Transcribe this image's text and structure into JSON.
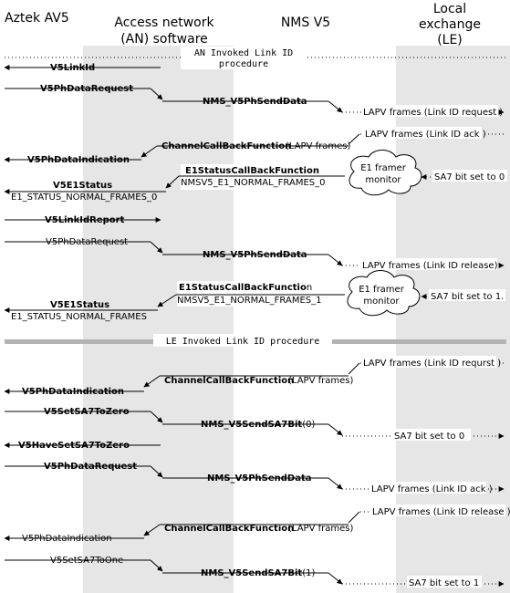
{
  "headers": {
    "aztek": "Aztek AV5",
    "an_line1": "Access network",
    "an_line2": "(AN) software",
    "nms": "NMS V5",
    "le_line1": "Local",
    "le_line2": "exchange",
    "le_line3": "(LE)"
  },
  "section1": {
    "title_line1": "AN Invoked Link ID",
    "title_line2": "procedure"
  },
  "section2": {
    "title": "LE Invoked Link ID procedure"
  },
  "messages": {
    "m01": "V5LinkId",
    "m02": "V5PhDataRequest",
    "m03": "NMS_V5PhSendData",
    "m04": "LAPV frames (Link ID request )",
    "m05": "LAPV frames (Link ID ack )",
    "m06a": "ChannelCallBackFunction",
    "m06b": "(LAPV frames)",
    "m07": "V5PhDataIndication",
    "m08": "E1StatusCallBackFunction",
    "m09": "NMSV5_E1_NORMAL_FRAMES_0",
    "m10": "V5E1Status",
    "m11": "E1_STATUS_NORMAL_FRAMES_0",
    "m12": "SA7 bit set to  0",
    "m13": "V5LinkIdReport",
    "m14": "V5PhDataRequest",
    "m15": "NMS_V5PhSendData",
    "m16": "LAPV frames (Link ID release)",
    "m17a": "E1StatusCallBackFunctio",
    "m17b": "n",
    "m18": "NMSV5_E1_NORMAL_FRAMES_1",
    "m19": "SA7 bit set to  1.",
    "m20": "V5E1Status",
    "m21": "E1_STATUS_NORMAL_FRAMES",
    "m22": "LAPV frames (Link ID requrst )",
    "m23a": "ChannelCallBackFunction",
    "m23b": "(LAPV frames)",
    "m24": "V5PhDataIndication",
    "m25": "V5SetSA7ToZero",
    "m26a": "NMS_V5SendSA7Bit",
    "m26b": "(0)",
    "m27": "SA7 bit set to  0",
    "m28": "V5HaveSetSA7ToZero",
    "m29": "V5PhDataRequest",
    "m30": "NMS_V5PhSendData",
    "m31": "LAPV frames (Link ID ack )",
    "m32": "LAPV frames (Link ID release )",
    "m33a": "ChannelCallBackFunction",
    "m33b": "(LAPV frames)",
    "m34": "V5PhDataIndication",
    "m35": "V5SetSA7ToOne",
    "m36a": "NMS_V5SendSA7Bit",
    "m36b": "(1)",
    "m37": "SA7 bit set to  1"
  },
  "clouds": {
    "c1_line1": "E1 framer",
    "c1_line2": "monitor",
    "c2_line1": "E1 framer",
    "c2_line2": "monitor"
  },
  "colors": {
    "lane": "#e6e6e6",
    "separator": "#b3b3b3",
    "ink": "#000000"
  }
}
